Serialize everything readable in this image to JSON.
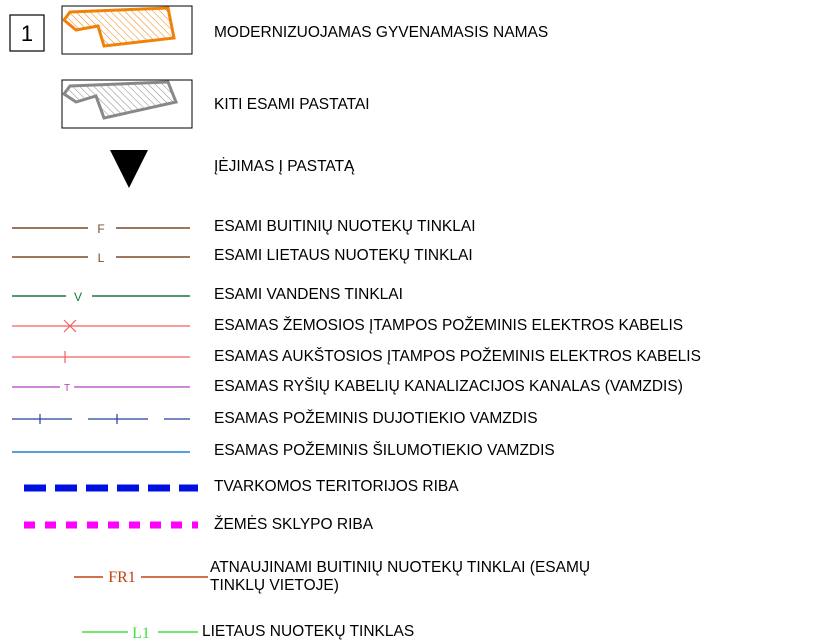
{
  "legend": {
    "items": [
      {
        "label": "MODERNIZUOJAMAS GYVENAMASIS NAMAS",
        "marker": "1",
        "color": "#f0820a"
      },
      {
        "label": "KITI ESAMI PASTATAI",
        "color": "#888888"
      },
      {
        "label": "ĮĖJIMAS Į PASTATĄ",
        "color": "#000000"
      },
      {
        "label": "ESAMI BUITINIŲ NUOTEKŲ TINKLAI",
        "marker": "F",
        "color": "#7a4a2a"
      },
      {
        "label": "ESAMI LIETAUS NUOTEKŲ TINKLAI",
        "marker": "L",
        "color": "#7a4a2a"
      },
      {
        "label": "ESAMI VANDENS TINKLAI",
        "marker": "V",
        "color": "#1a7a3a"
      },
      {
        "label": "ESAMAS ŽEMOSIOS ĮTAMPOS POŽEMINIS ELEKTROS KABELIS",
        "color": "#f06060"
      },
      {
        "label": "ESAMAS AUKŠTOSIOS ĮTAMPOS POŽEMINIS ELEKTROS KABELIS",
        "color": "#f06060"
      },
      {
        "label": "ESAMAS RYŠIŲ KABELIŲ KANALIZACIJOS KANALAS (VAMZDIS)",
        "marker": "T",
        "color": "#b040c0"
      },
      {
        "label": "ESAMAS POŽEMINIS DUJOTIEKIO VAMZDIS",
        "color": "#2040a0"
      },
      {
        "label": "ESAMAS POŽEMINIS ŠILUMOTIEKIO VAMZDIS",
        "color": "#2080d0"
      },
      {
        "label": "TVARKOMOS TERITORIJOS RIBA",
        "color": "#0010e0"
      },
      {
        "label": "ŽEMĖS SKLYPO RIBA",
        "color": "#ff00ff"
      },
      {
        "label_lines": [
          "ATNAUJINAMI BUITINIŲ NUOTEKŲ TINKLAI (ESAMŲ",
          "TINKLŲ VIETOJE)"
        ],
        "marker": "FR1",
        "color": "#c04010"
      },
      {
        "label": "LIETAUS NUOTEKŲ TINKLAS",
        "marker": "L1",
        "color": "#40e040"
      }
    ]
  }
}
